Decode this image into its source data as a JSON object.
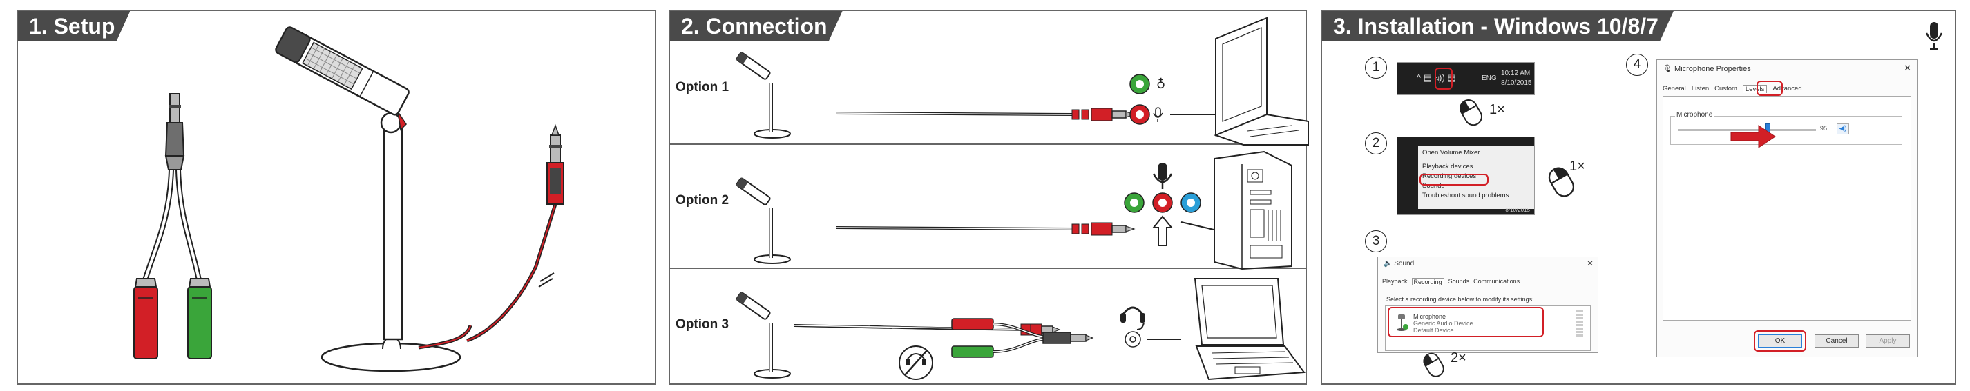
{
  "panels": {
    "setup": {
      "title": "1. Setup"
    },
    "connection": {
      "title": "2. Connection",
      "options": [
        {
          "label": "Option 1"
        },
        {
          "label": "Option 2"
        },
        {
          "label": "Option 3"
        }
      ]
    },
    "installation": {
      "title": "3. Installation - Windows 10/8/7",
      "steps": [
        {
          "number": "1",
          "clicks": "1×"
        },
        {
          "number": "2",
          "clicks": "1×"
        },
        {
          "number": "3",
          "clicks": "2×"
        },
        {
          "number": "4"
        }
      ]
    }
  },
  "taskbar": {
    "lang": "ENG",
    "time": "10:12 AM",
    "date": "8/10/2015"
  },
  "context_menu": {
    "items": [
      "Open Volume Mixer",
      "Playback devices",
      "Recording devices",
      "Sounds",
      "Troubleshoot sound problems"
    ],
    "highlighted": "Recording devices",
    "date": "8/10/2015"
  },
  "sound_dialog": {
    "title": "Sound",
    "tabs": [
      "Playback",
      "Recording",
      "Sounds",
      "Communications"
    ],
    "active_tab": "Recording",
    "instruction": "Select a recording device below to modify its settings:",
    "device": {
      "name": "Microphone",
      "sub1": "Generic Audio Device",
      "sub2": "Default Device"
    }
  },
  "mic_properties": {
    "title": "Microphone Properties",
    "tabs": [
      "General",
      "Listen",
      "Custom",
      "Levels",
      "Advanced"
    ],
    "active_tab": "Levels",
    "group_label": "Microphone",
    "level_value": "95",
    "buttons": {
      "ok": "OK",
      "cancel": "Cancel",
      "apply": "Apply"
    }
  },
  "colors": {
    "red": "#d21f26",
    "green": "#3aa53a",
    "blue": "#2a9fd8",
    "gray": "#4a4a4a",
    "outline": "#222222"
  }
}
